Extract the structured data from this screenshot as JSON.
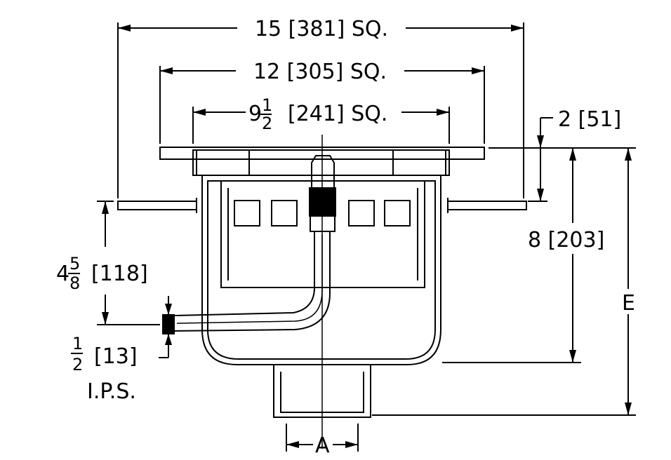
{
  "dimensions": {
    "overall_width": "15 [381] SQ.",
    "flange_width": "12 [305] SQ.",
    "top_width_whole": "9",
    "top_width_num": "1",
    "top_width_den": "2",
    "top_width_rest": "[241] SQ.",
    "flange_height": "2 [51]",
    "body_height": "8 [203]",
    "overall_height": "E",
    "outlet_diameter": "A",
    "inlet_height_whole": "4",
    "inlet_height_num": "5",
    "inlet_height_den": "8",
    "inlet_height_rest": "[118]",
    "inlet_size_num": "1",
    "inlet_size_den": "2",
    "inlet_size_rest": "[13]",
    "inlet_size_type": "I.P.S."
  },
  "colors": {
    "line": "#000000",
    "background": "#ffffff"
  }
}
